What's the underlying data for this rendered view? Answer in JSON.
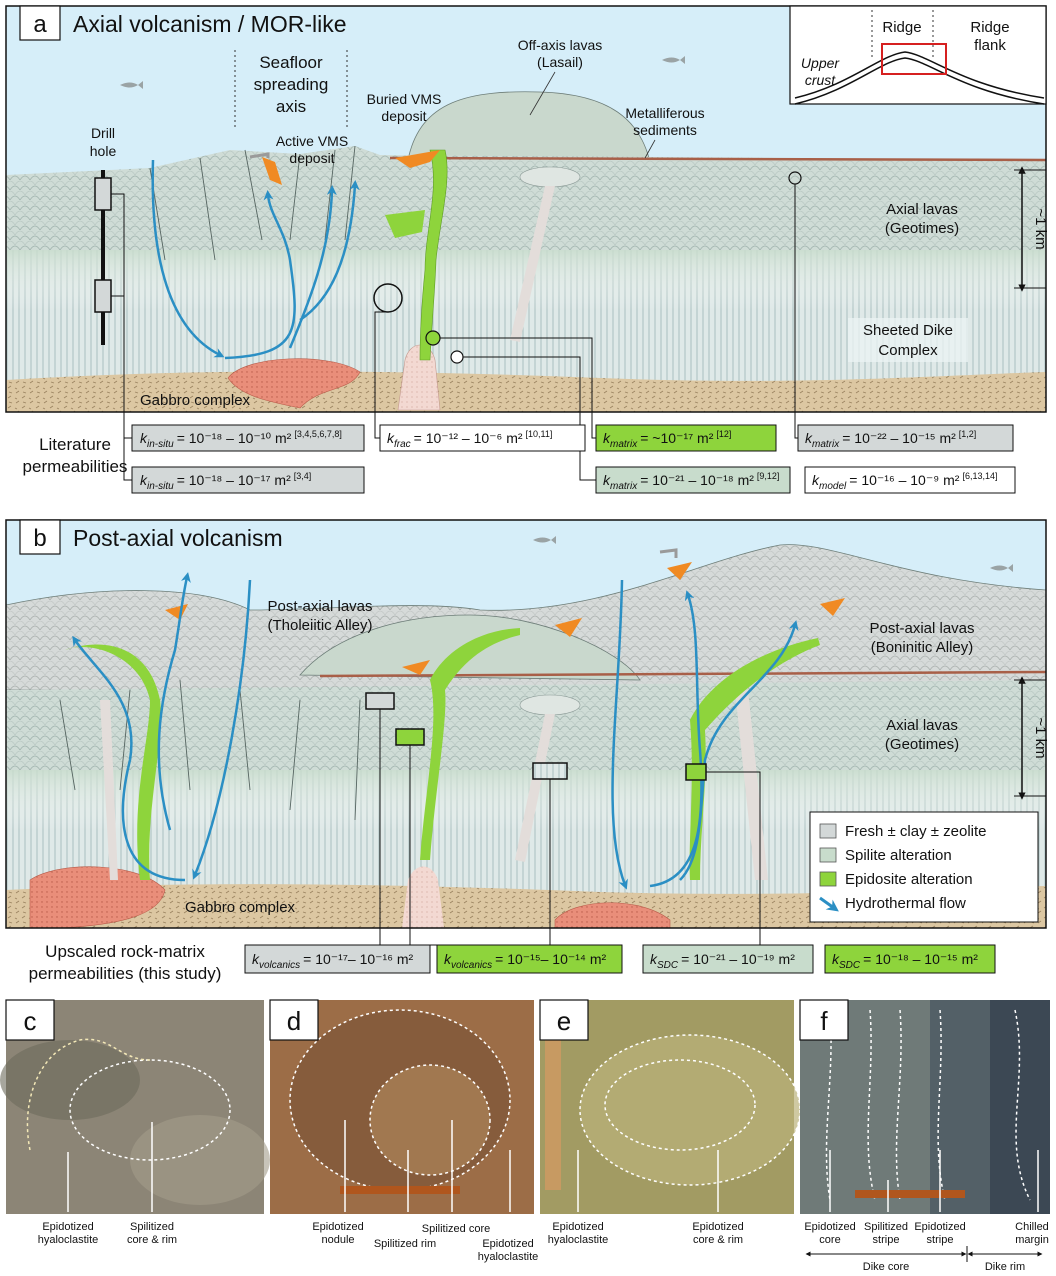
{
  "panel_a": {
    "letter": "a",
    "title": "Axial volcanism / MOR-like",
    "labels": {
      "spreading_axis": [
        "Seafloor",
        "spreading",
        "axis"
      ],
      "drill_hole": [
        "Drill",
        "hole"
      ],
      "active_vms": [
        "Active VMS",
        "deposit"
      ],
      "buried_vms": [
        "Buried VMS",
        "deposit"
      ],
      "off_axis_lavas": [
        "Off-axis lavas",
        "(Lasail)"
      ],
      "metalliferous": [
        "Metalliferous",
        "sediments"
      ],
      "axial_lavas": [
        "Axial lavas",
        "(Geotimes)"
      ],
      "sdc": [
        "Sheeted Dike",
        "Complex"
      ],
      "gabbro": "Gabbro complex",
      "scale": "~1 km"
    },
    "inset": {
      "ridge": "Ridge",
      "flank": [
        "Ridge",
        "flank"
      ],
      "crust": [
        "Upper",
        "crust"
      ]
    },
    "literature_label": [
      "Literature",
      "permeabilities"
    ],
    "perm_boxes": [
      {
        "sub": "in-situ",
        "text": "= 10⁻¹⁸ – 10⁻¹⁰ m²",
        "ref": "[3,4,5,6,7,8]",
        "fill": "#d3d8d8"
      },
      {
        "sub": "in-situ",
        "text": "= 10⁻¹⁸ – 10⁻¹⁷ m²",
        "ref": "[3,4]",
        "fill": "#d3d8d8"
      },
      {
        "sub": "frac",
        "text": "= 10⁻¹² – 10⁻⁶ m²",
        "ref": "[10,11]",
        "fill": "#ffffff"
      },
      {
        "sub": "matrix",
        "text": "= ~10⁻¹⁷ m²",
        "ref": "[12]",
        "fill": "#8ed43c"
      },
      {
        "sub": "matrix",
        "text": "= 10⁻²¹ – 10⁻¹⁸ m²",
        "ref": "[9,12]",
        "fill": "#c8dccc"
      },
      {
        "sub": "matrix",
        "text": "= 10⁻²² – 10⁻¹⁵ m²",
        "ref": "[1,2]",
        "fill": "#d3d8d8"
      },
      {
        "sub": "model",
        "text": "= 10⁻¹⁶ – 10⁻⁹ m²",
        "ref": "[6,13,14]",
        "fill": "#ffffff"
      }
    ]
  },
  "panel_b": {
    "letter": "b",
    "title": "Post-axial volcanism",
    "labels": {
      "tholeiitic": [
        "Post-axial lavas",
        "(Tholeiitic Alley)"
      ],
      "boninitic": [
        "Post-axial lavas",
        "(Boninitic Alley)"
      ],
      "axial_lavas": [
        "Axial lavas",
        "(Geotimes)"
      ],
      "gabbro": "Gabbro complex",
      "scale": "~1 km"
    },
    "legend": [
      {
        "label": "Fresh ± clay ± zeolite",
        "color": "#d3d8d8"
      },
      {
        "label": "Spilite alteration",
        "color": "#c8dccc"
      },
      {
        "label": "Epidosite alteration",
        "color": "#8ed43c"
      },
      {
        "label": "Hydrothermal flow",
        "color": "#2b8fc4"
      }
    ],
    "upscaled_label": [
      "Upscaled rock-matrix",
      "permeabilities (this study)"
    ],
    "perm_boxes": [
      {
        "sub": "volcanics",
        "text": "= 10⁻¹⁷– 10⁻¹⁶ m²",
        "fill": "#d3d8d8"
      },
      {
        "sub": "volcanics",
        "text": "= 10⁻¹⁵– 10⁻¹⁴ m²",
        "fill": "#8ed43c"
      },
      {
        "sub": "SDC",
        "text": "= 10⁻²¹ – 10⁻¹⁹ m²",
        "fill": "#c8dccc"
      },
      {
        "sub": "SDC",
        "text": "= 10⁻¹⁸ – 10⁻¹⁵ m²",
        "fill": "#8ed43c"
      }
    ]
  },
  "photos": [
    {
      "letter": "c",
      "captions": [
        [
          "Epidotized",
          "hyaloclastite"
        ],
        [
          "Spilitized",
          "core & rim"
        ]
      ],
      "colors": [
        "#8c8576",
        "#6d6a5c",
        "#a39d8b"
      ]
    },
    {
      "letter": "d",
      "captions": [
        [
          "Epidotized",
          "nodule"
        ],
        [
          "Spilitized rim"
        ],
        [
          "Spilitized core"
        ],
        [
          "Epidotized",
          "hyaloclastite"
        ]
      ],
      "colors": [
        "#9c6d47",
        "#7e5637",
        "#b48a5e"
      ]
    },
    {
      "letter": "e",
      "captions": [
        [
          "Epidotized",
          "hyaloclastite"
        ],
        [
          "Epidotized",
          "core & rim"
        ]
      ],
      "colors": [
        "#a29b63",
        "#8a8350",
        "#bab27a"
      ]
    },
    {
      "letter": "f",
      "captions": [
        [
          "Epidotized",
          "core"
        ],
        [
          "Spilitized",
          "stripe"
        ],
        [
          "Epidotized",
          "stripe"
        ],
        [
          "Chilled",
          "margin"
        ]
      ],
      "colors": [
        "#6f7a78",
        "#4c5a63",
        "#2f3c4b"
      ],
      "spans": [
        "Dike core",
        "Dike rim"
      ]
    }
  ]
}
